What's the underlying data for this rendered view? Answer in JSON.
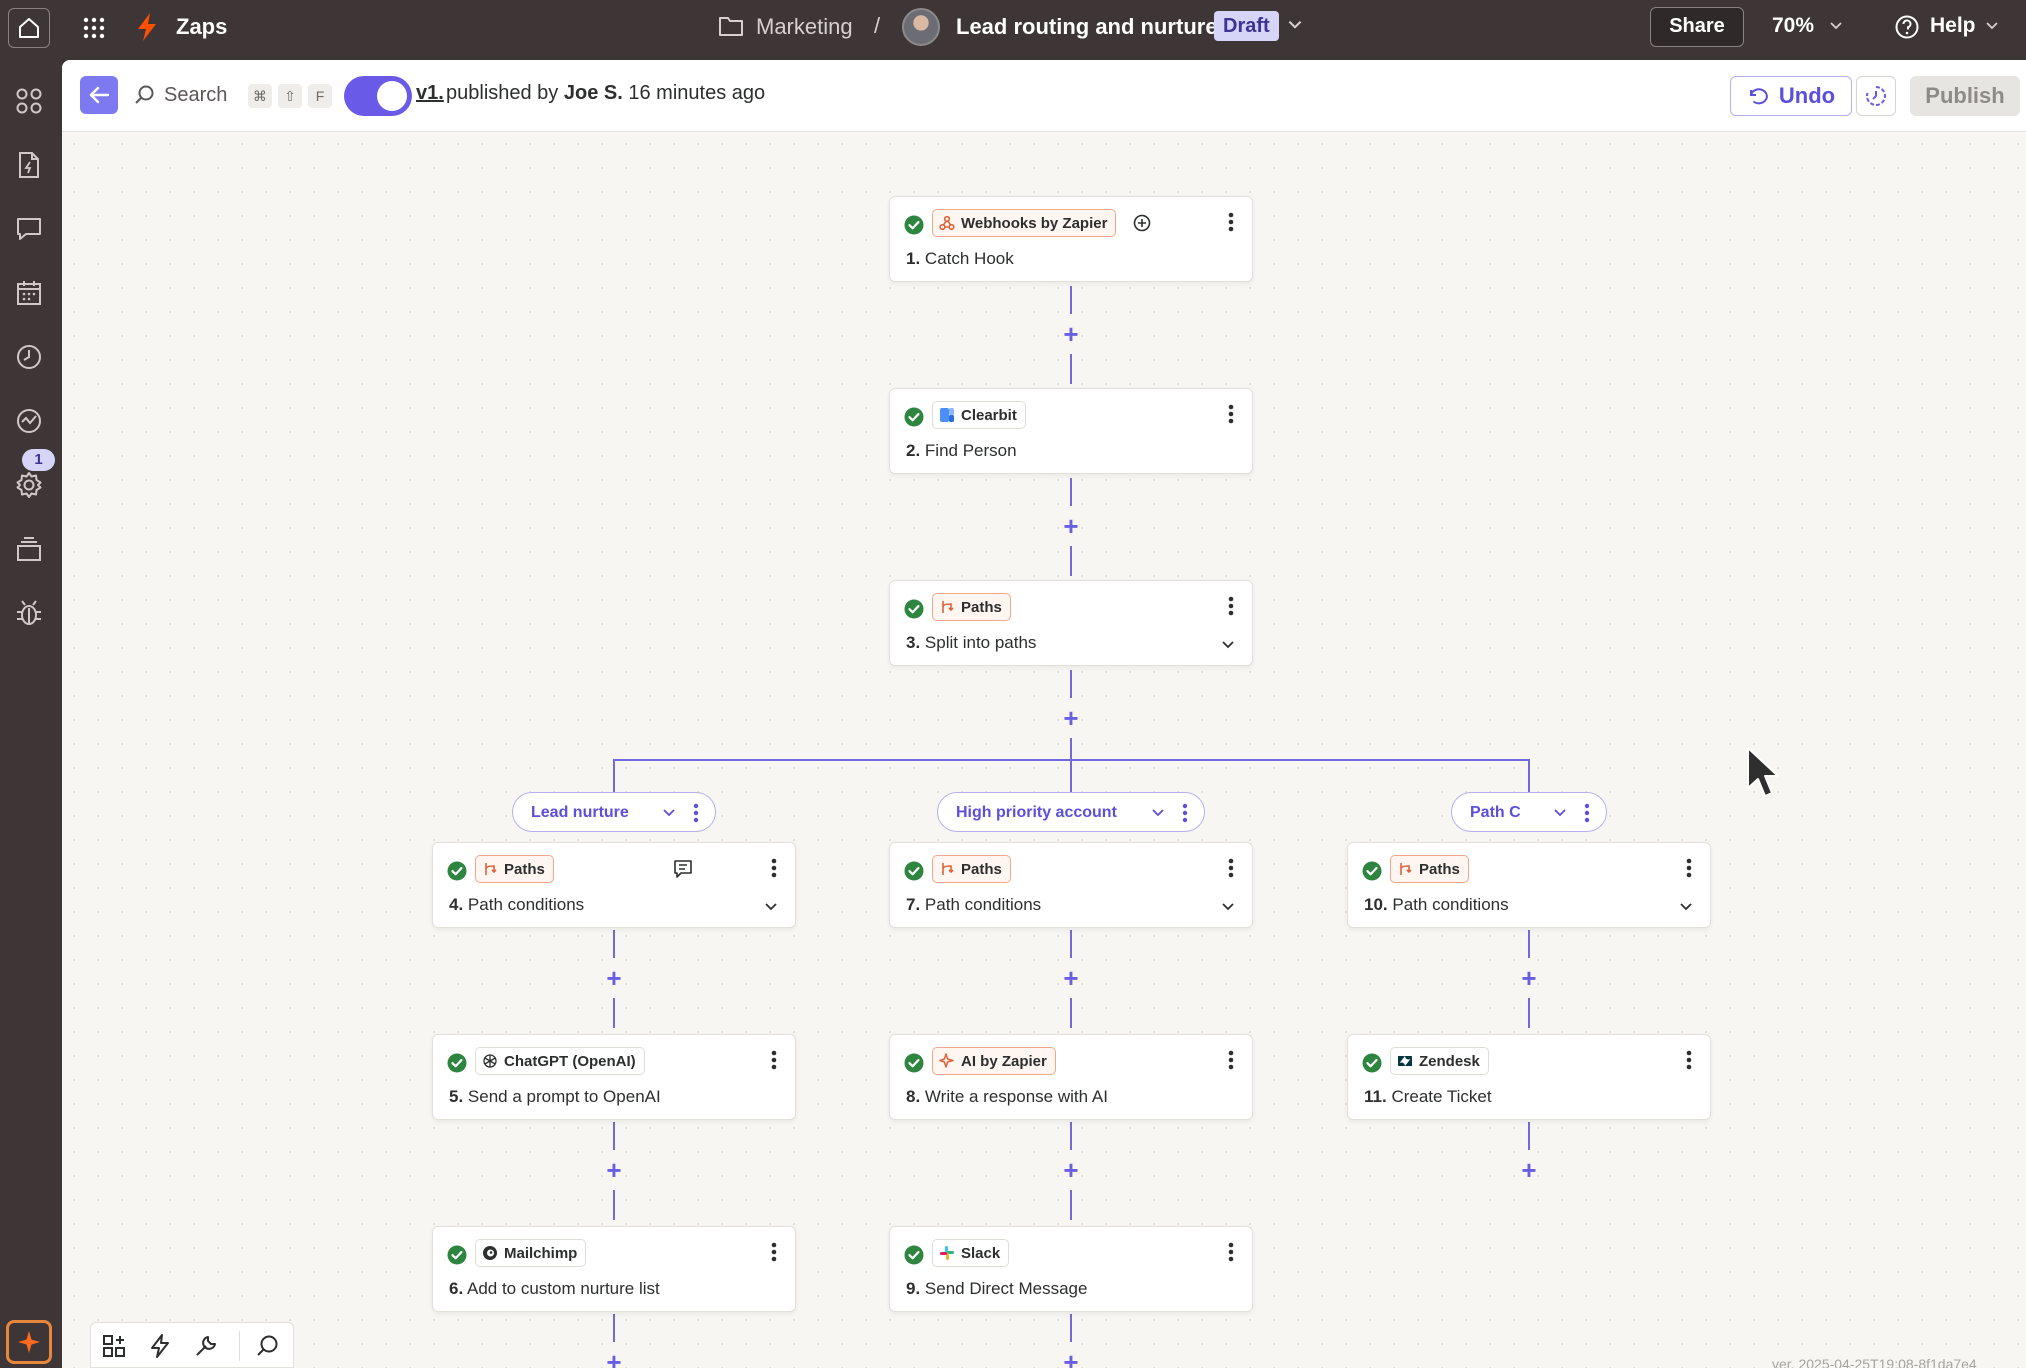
{
  "topbar": {
    "app_name": "Zaps",
    "breadcrumb_folder": "Marketing",
    "breadcrumb_separator": "/",
    "zap_title": "Lead routing and nurture",
    "status_badge": "Draft",
    "share_label": "Share",
    "zoom_level": "70%",
    "help_label": "Help"
  },
  "toolbar": {
    "search_label": "Search",
    "shortcut_keys": [
      "⌘",
      "⇧",
      "F"
    ],
    "version_link": "v1.",
    "published_prefix": "published by",
    "published_by": "Joe S.",
    "published_when": "16 minutes ago",
    "undo_label": "Undo",
    "publish_label": "Publish"
  },
  "sidebar": {
    "notification_count": "1",
    "icons": [
      "zaps-grid-icon",
      "document-icon",
      "chat-icon",
      "calendar-icon",
      "history-clock-icon",
      "activity-icon",
      "gear-icon",
      "stack-icon",
      "bug-icon"
    ]
  },
  "steps": [
    {
      "app": "Webhooks by Zapier",
      "number": "1.",
      "title": "Catch Hook"
    },
    {
      "app": "Clearbit",
      "number": "2.",
      "title": "Find Person"
    },
    {
      "app": "Paths",
      "number": "3.",
      "title": "Split into paths"
    },
    {
      "app": "Paths",
      "number": "4.",
      "title": "Path conditions"
    },
    {
      "app": "ChatGPT (OpenAI)",
      "number": "5.",
      "title": "Send a prompt to OpenAI"
    },
    {
      "app": "Mailchimp",
      "number": "6.",
      "title": "Add to custom nurture list"
    },
    {
      "app": "Paths",
      "number": "7.",
      "title": "Path conditions"
    },
    {
      "app": "AI by Zapier",
      "number": "8.",
      "title": "Write a response with AI"
    },
    {
      "app": "Slack",
      "number": "9.",
      "title": "Send Direct Message"
    },
    {
      "app": "Paths",
      "number": "10.",
      "title": "Path conditions"
    },
    {
      "app": "Zendesk",
      "number": "11.",
      "title": "Create Ticket"
    }
  ],
  "paths": [
    {
      "label": "Lead nurture"
    },
    {
      "label": "High priority account"
    },
    {
      "label": "Path C"
    }
  ],
  "plus_symbol": "+",
  "footer": {
    "version_string": "ver. 2025-04-25T19:08-8f1da7e4"
  },
  "colors": {
    "accent": "#695be8",
    "connector": "#7268e0",
    "success": "#2e8540",
    "chrome": "#3d3536",
    "brand_orange": "#ff4f00"
  }
}
